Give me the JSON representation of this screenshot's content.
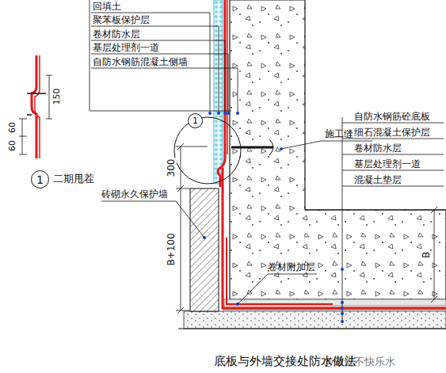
{
  "diagram": {
    "caption": "底板与外墙交接处防水做法",
    "nodes": [
      {
        "text": [
          "1"
        ]
      },
      {
        "text": [
          "1"
        ]
      }
    ],
    "labels": [
      "回填土",
      "聚苯板保护层",
      "卷材防水层",
      "基层处理剂一道",
      "自防水钢筋混凝土侧墙",
      "施工缝",
      "自防水钢筋砼底板",
      "细石混凝土保护层",
      "卷材防水层",
      "基层处理剂一道",
      "混凝土垫层",
      "砖砌永久保护墙",
      "卷材附加层",
      "300",
      "B+100",
      "B",
      "150",
      "60",
      "60",
      "二期甩茬",
      "@砸进不快乐水"
    ]
  }
}
